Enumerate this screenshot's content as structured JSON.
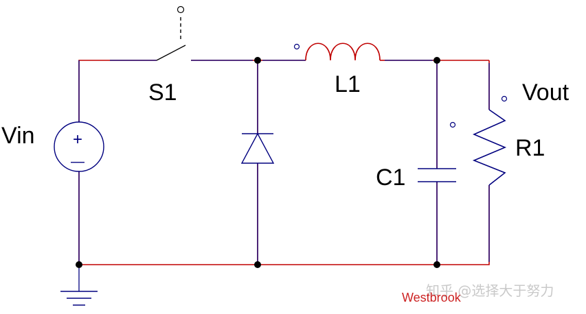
{
  "labels": {
    "vin": "Vin",
    "s1": "S1",
    "l1": "L1",
    "vout": "Vout",
    "r1": "R1",
    "c1": "C1"
  },
  "source_symbols": {
    "plus": "+",
    "minus": "—"
  },
  "watermark": "知乎 @选择大于努力",
  "credit": "Westbrook",
  "colors": {
    "wire_red": "#c00000",
    "wire_blue": "#00007f",
    "junction": "#000000"
  }
}
